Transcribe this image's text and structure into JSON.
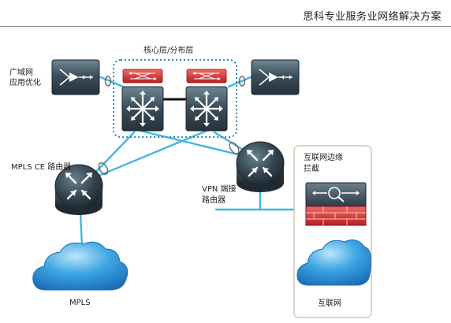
{
  "header": {
    "title": "思科专业服务业网络解决方案"
  },
  "labels": {
    "core_distribution": "核心层/分布层",
    "wan_optimization_line1": "广域网",
    "wan_optimization_line2": "应用优化",
    "mpls_ce_router": "MPLS CE 路由器",
    "vpn_router_line1": "VPN 端接",
    "vpn_router_line2": "路由器",
    "internet_edge_line1": "互联网边缘",
    "internet_edge_line2": "拦截",
    "mpls_cloud": "MPLS",
    "internet_cloud": "互联网"
  },
  "colors": {
    "link": "#3fb7e0",
    "device_dark": "#2f3f4c",
    "device_light": "#58707f",
    "firewall_red": "#c8262b",
    "cloud_blue": "#2f97d9",
    "dotted_box": "#1f8ab8"
  },
  "icons": [
    "wan-optimizer-icon",
    "layer3-switch-icon",
    "firewall-module-icon",
    "router-icon",
    "firewall-icon",
    "cloud-icon"
  ]
}
